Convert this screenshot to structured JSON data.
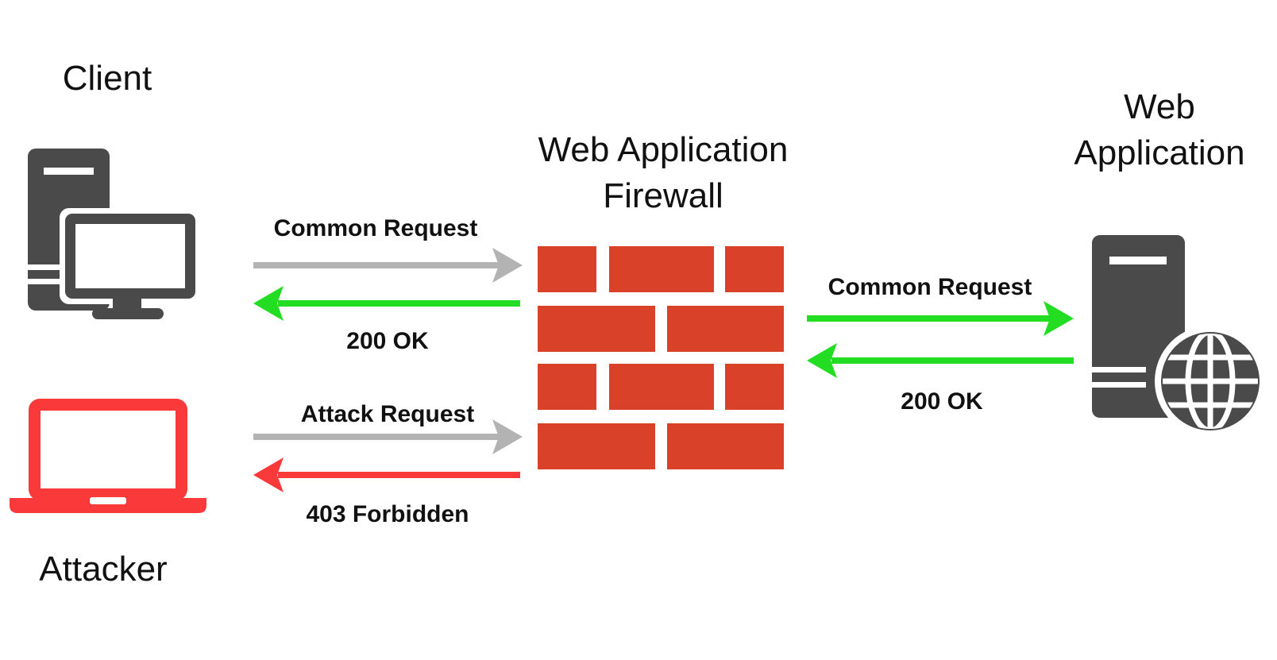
{
  "nodes": {
    "client": {
      "label": "Client",
      "icon": "desktop-computer-icon"
    },
    "attacker": {
      "label": "Attacker",
      "icon": "laptop-icon"
    },
    "waf": {
      "label_line1": "Web Application",
      "label_line2": "Firewall",
      "icon": "brick-wall-icon"
    },
    "web_app": {
      "label_line1": "Web",
      "label_line2": "Application",
      "icon": "server-globe-icon"
    }
  },
  "edges": {
    "client_request": "Common Request",
    "client_response": "200 OK",
    "attack_request": "Attack Request",
    "attack_response": "403 Forbidden",
    "app_request": "Common Request",
    "app_response": "200 OK"
  },
  "colors": {
    "icon_dark": "#4a4a4a",
    "attacker_red": "#fa3a3a",
    "brick_red": "#d94128",
    "arrow_gray": "#b3b3b3",
    "arrow_green": "#22dd22",
    "arrow_red": "#fa3a3a"
  }
}
